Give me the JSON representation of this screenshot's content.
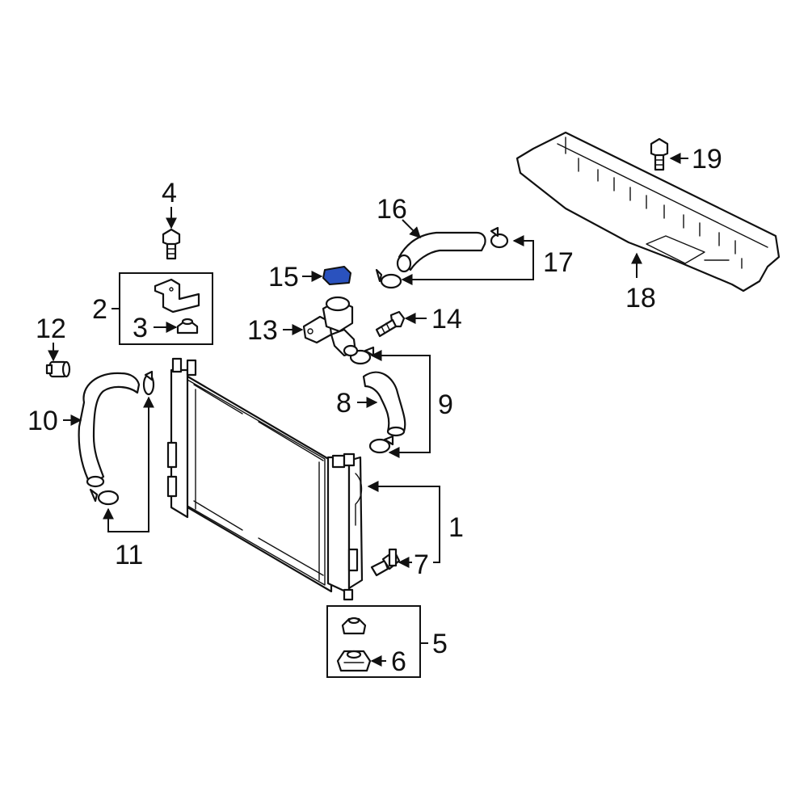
{
  "callouts": {
    "c1": "1",
    "c2": "2",
    "c3": "3",
    "c4": "4",
    "c5": "5",
    "c6": "6",
    "c7": "7",
    "c8": "8",
    "c9": "9",
    "c10": "10",
    "c11": "11",
    "c12": "12",
    "c13": "13",
    "c14": "14",
    "c15": "15",
    "c16": "16",
    "c17": "17",
    "c18": "18",
    "c19": "19"
  },
  "colors": {
    "line": "#111111",
    "highlight": "#2a52be",
    "background": "#ffffff"
  }
}
